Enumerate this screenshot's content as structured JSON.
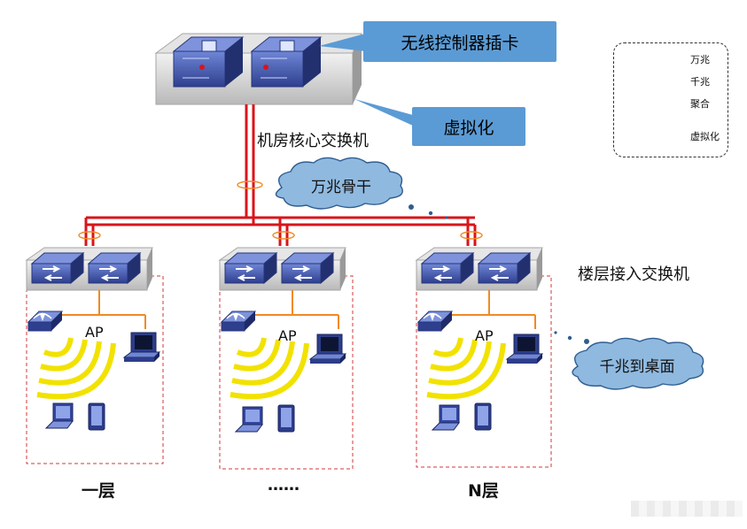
{
  "callouts": {
    "controller_card": "无线控制器插卡",
    "virtualization": "虚拟化"
  },
  "labels": {
    "core_switch": "机房核心交换机",
    "floor_access_switch": "楼层接入交换机",
    "backbone": "万兆骨干",
    "desktop": "千兆到桌面"
  },
  "floors": [
    {
      "name": "一层",
      "ap_label": "AP"
    },
    {
      "name": "……",
      "ap_label": "AP"
    },
    {
      "name": "N层",
      "ap_label": "AP"
    }
  ],
  "legend": {
    "items": [
      {
        "label": "万兆",
        "icon": "red-double-line"
      },
      {
        "label": "千兆",
        "icon": "orange-line"
      },
      {
        "label": "聚合",
        "icon": "orange-ellipse"
      },
      {
        "label": "虚拟化",
        "icon": "virtual-switch-icon"
      }
    ]
  },
  "colors": {
    "ten_gig": "#d9141b",
    "gig": "#f08a24",
    "callout": "#5b9bd5",
    "cloud": "#8fb9df",
    "switch_blue": "#3a4fa3",
    "dashed_box": "#d23a3a"
  }
}
